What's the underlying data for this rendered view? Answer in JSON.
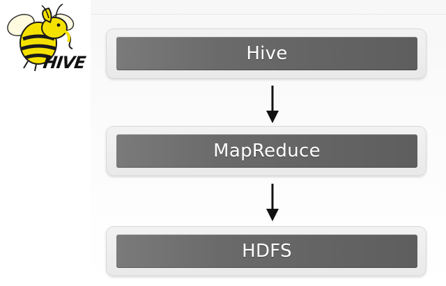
{
  "logo": {
    "text": "HIVE",
    "icon": "hive-bee-elephant-icon",
    "colors": {
      "yellow": "#f5e100",
      "stripe": "#1a1a1a"
    }
  },
  "stack": {
    "layers": [
      {
        "label": "Hive"
      },
      {
        "label": "MapReduce"
      },
      {
        "label": "HDFS"
      }
    ],
    "colors": {
      "box": "#6a6a6a",
      "frame": "#ebebeb",
      "label": "#ffffff",
      "arrow": "#111111"
    }
  }
}
